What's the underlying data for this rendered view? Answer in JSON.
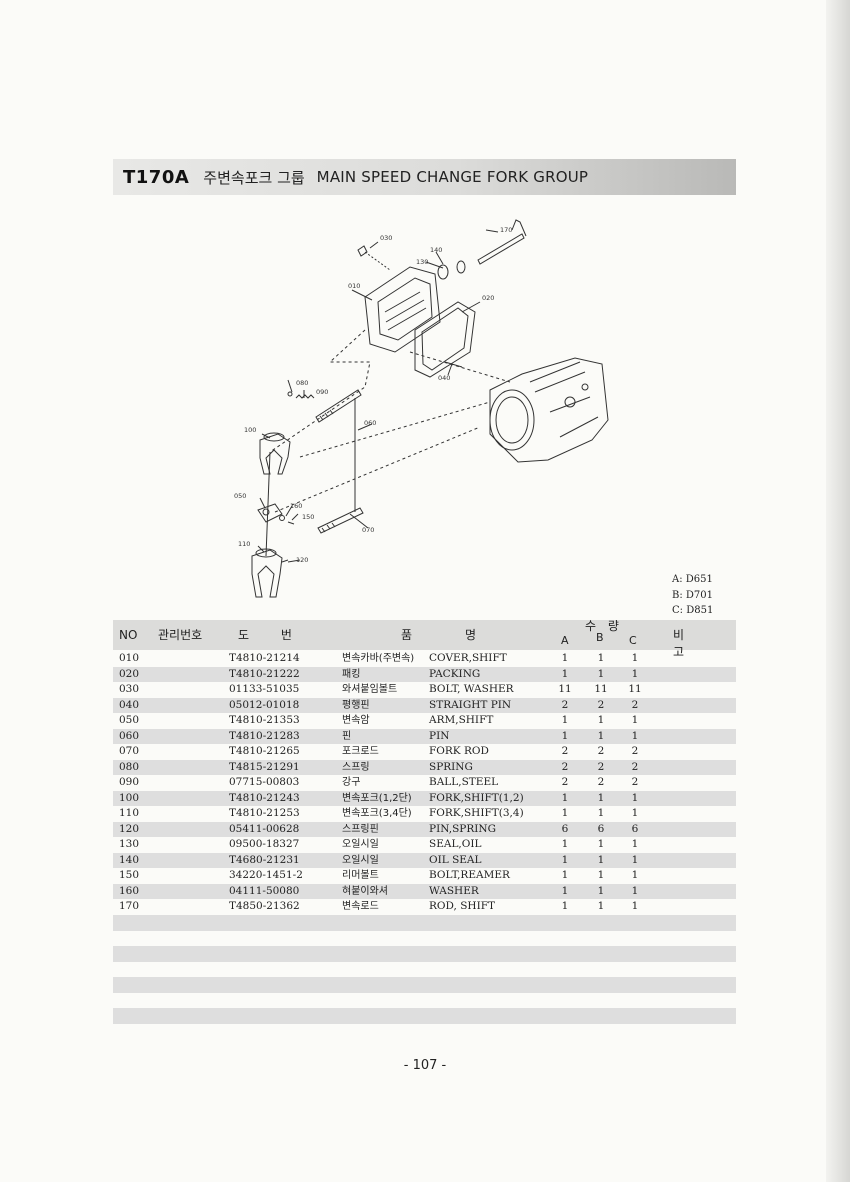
{
  "title": {
    "code": "T170A",
    "ko": "주변속포크 그룹",
    "en": "MAIN SPEED CHANGE FORK GROUP"
  },
  "diagram": {
    "callouts": [
      "170",
      "030",
      "140",
      "130",
      "010",
      "020",
      "040",
      "080",
      "090",
      "060",
      "100",
      "050",
      "160",
      "150",
      "070",
      "110",
      "120"
    ]
  },
  "legend": [
    "A: D651",
    "B: D701",
    "C: D851"
  ],
  "table": {
    "headers": {
      "no": "NO",
      "mgmt": "관리번호",
      "drawing": "도 번",
      "name_a": "품",
      "name_b": "명",
      "qty": "수 량",
      "a": "A",
      "b": "B",
      "c": "C",
      "note": "비 고"
    },
    "rows": [
      {
        "no": "010",
        "drawing": "T4810-21214",
        "ko": "변속카바(주변속)",
        "en": "COVER,SHIFT",
        "a": "1",
        "b": "1",
        "c": "1"
      },
      {
        "no": "020",
        "drawing": "T4810-21222",
        "ko": "패킹",
        "en": "PACKING",
        "a": "1",
        "b": "1",
        "c": "1"
      },
      {
        "no": "030",
        "drawing": "01133-51035",
        "ko": "와셔붙임볼트",
        "en": "BOLT, WASHER",
        "a": "11",
        "b": "11",
        "c": "11"
      },
      {
        "no": "040",
        "drawing": "05012-01018",
        "ko": "평행핀",
        "en": "STRAIGHT PIN",
        "a": "2",
        "b": "2",
        "c": "2"
      },
      {
        "no": "050",
        "drawing": "T4810-21353",
        "ko": "변속암",
        "en": "ARM,SHIFT",
        "a": "1",
        "b": "1",
        "c": "1"
      },
      {
        "no": "060",
        "drawing": "T4810-21283",
        "ko": "핀",
        "en": "PIN",
        "a": "1",
        "b": "1",
        "c": "1"
      },
      {
        "no": "070",
        "drawing": "T4810-21265",
        "ko": "포크로드",
        "en": "FORK ROD",
        "a": "2",
        "b": "2",
        "c": "2"
      },
      {
        "no": "080",
        "drawing": "T4815-21291",
        "ko": "스프링",
        "en": "SPRING",
        "a": "2",
        "b": "2",
        "c": "2"
      },
      {
        "no": "090",
        "drawing": "07715-00803",
        "ko": "강구",
        "en": "BALL,STEEL",
        "a": "2",
        "b": "2",
        "c": "2"
      },
      {
        "no": "100",
        "drawing": "T4810-21243",
        "ko": "변속포크(1,2단)",
        "en": "FORK,SHIFT(1,2)",
        "a": "1",
        "b": "1",
        "c": "1"
      },
      {
        "no": "110",
        "drawing": "T4810-21253",
        "ko": "변속포크(3,4단)",
        "en": "FORK,SHIFT(3,4)",
        "a": "1",
        "b": "1",
        "c": "1"
      },
      {
        "no": "120",
        "drawing": "05411-00628",
        "ko": "스프링핀",
        "en": "PIN,SPRING",
        "a": "6",
        "b": "6",
        "c": "6"
      },
      {
        "no": "130",
        "drawing": "09500-18327",
        "ko": "오일시일",
        "en": "SEAL,OIL",
        "a": "1",
        "b": "1",
        "c": "1"
      },
      {
        "no": "140",
        "drawing": "T4680-21231",
        "ko": "오일시일",
        "en": "OIL SEAL",
        "a": "1",
        "b": "1",
        "c": "1"
      },
      {
        "no": "150",
        "drawing": "34220-1451-2",
        "ko": "리머볼트",
        "en": "BOLT,REAMER",
        "a": "1",
        "b": "1",
        "c": "1"
      },
      {
        "no": "160",
        "drawing": "04111-50080",
        "ko": "혀붙이와셔",
        "en": "WASHER",
        "a": "1",
        "b": "1",
        "c": "1"
      },
      {
        "no": "170",
        "drawing": "T4850-21362",
        "ko": "변속로드",
        "en": "ROD, SHIFT",
        "a": "1",
        "b": "1",
        "c": "1"
      }
    ]
  },
  "page_number": "- 107 -"
}
